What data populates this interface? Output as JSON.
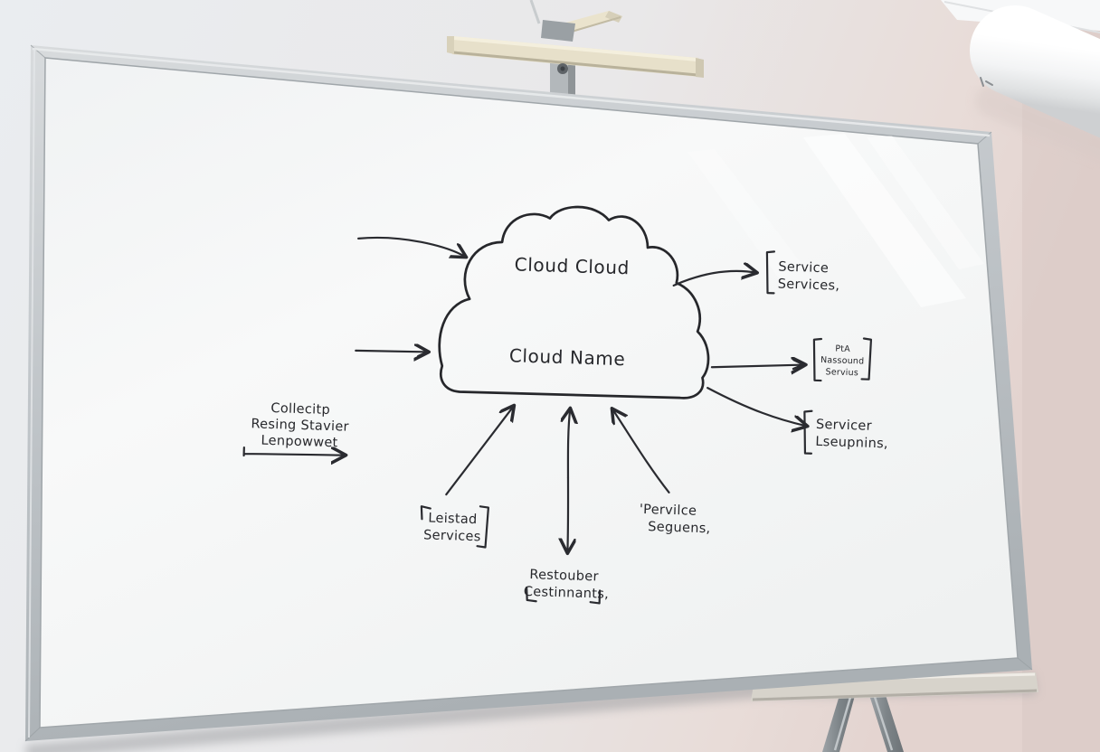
{
  "scene": {
    "type": "whiteboard-photo",
    "colors": {
      "ink": "#2a2b30",
      "board_surface": "#f6f7f7",
      "frame_silver": "#c2c6ca",
      "wall_left": "#e9ecef",
      "wall_right": "#e6d9d5",
      "fixture_beige": "#e7e0ca",
      "duct_white": "#f4f5f6",
      "easel_gray": "#878d91"
    }
  },
  "diagram": {
    "cloud_top": "Cloud Cloud",
    "cloud_name": "Cloud Name",
    "service": {
      "l1": "Service",
      "l2": "Services,"
    },
    "pta_box": {
      "l1": "PtA",
      "l2": "Nassound",
      "l3": "Servius"
    },
    "servicer": {
      "l1": "Servicer",
      "l2": "Lseupnins,"
    },
    "collect": {
      "l1": "Collecitp",
      "l2": "Resing Stavier",
      "l3": "Lenpowwet"
    },
    "leistad": {
      "l1": "Leistad",
      "l2": "Services"
    },
    "restouber": {
      "l1": "Restouber",
      "l2": "Cestinnants,"
    },
    "pervilce": {
      "l1": "'Pervilce",
      "l2": "Seguens,"
    }
  }
}
